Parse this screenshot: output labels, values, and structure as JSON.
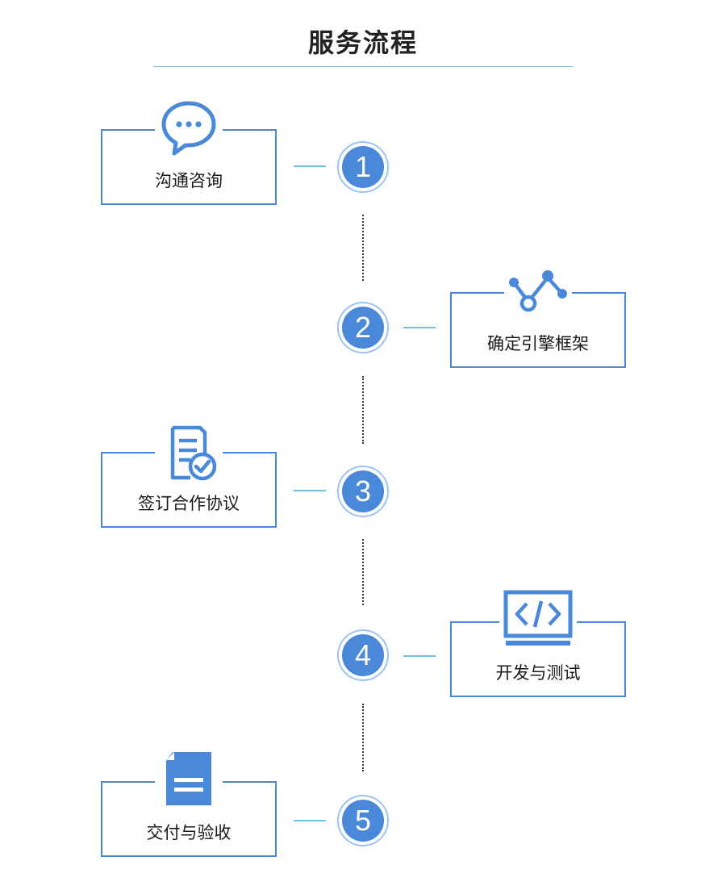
{
  "title": "服务流程",
  "steps": [
    {
      "number": "1",
      "label": "沟通咨询",
      "icon": "chat-bubble-icon"
    },
    {
      "number": "2",
      "label": "确定引擎框架",
      "icon": "node-graph-icon"
    },
    {
      "number": "3",
      "label": "签订合作协议",
      "icon": "document-check-icon"
    },
    {
      "number": "4",
      "label": "开发与测试",
      "icon": "code-monitor-icon"
    },
    {
      "number": "5",
      "label": "交付与验收",
      "icon": "file-icon"
    }
  ],
  "colors": {
    "accent": "#4a88d9",
    "ring": "#9cc3f2",
    "connector": "#6cc3e0",
    "text": "#1a1a1a"
  }
}
